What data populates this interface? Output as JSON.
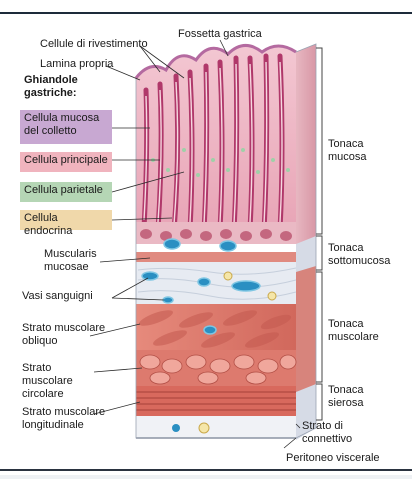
{
  "labels": {
    "cellule_rivestimento": "Cellule di rivestimento",
    "fossetta_gastrica": "Fossetta gastrica",
    "lamina_propria": "Lamina propria",
    "ghiandole_gastriche": "Ghiandole gastriche:",
    "cellula_mucosa_colletto": "Cellula mucosa del colletto",
    "cellula_principale": "Cellula principale",
    "cellula_parietale": "Cellula parietale",
    "cellula_endocrina": "Cellula endocrina",
    "muscularis_mucosae": "Muscularis mucosae",
    "vasi_sanguigni": "Vasi sanguigni",
    "strato_obliquo": "Strato muscolare obliquo",
    "strato_circolare": "Strato muscolare circolare",
    "strato_longitudinale": "Strato muscolare longitudinale",
    "strato_connettivo": "Strato di connettivo",
    "peritoneo_viscerale": "Peritoneo viscerale",
    "tonaca_mucosa": "Tonaca mucosa",
    "tonaca_sottomucosa": "Tonaca sottomucosa",
    "tonaca_muscolare": "Tonaca muscolare",
    "tonaca_sierosa": "Tonaca sierosa"
  },
  "colors": {
    "box_mucosa_colletto": "#c8a8d2",
    "box_principale": "#f0b4be",
    "box_parietale": "#b5d6b5",
    "box_endocrina": "#f0d8aa",
    "mucosa_pink": "#e9a6b6",
    "gland_dark": "#b0386a",
    "submucosa": "#e7ebf2",
    "muscle": "#e07a6e",
    "muscle_dark": "#c4584e",
    "serosa": "#f2f3f6",
    "vessel_blue": "#2a8fc2"
  }
}
